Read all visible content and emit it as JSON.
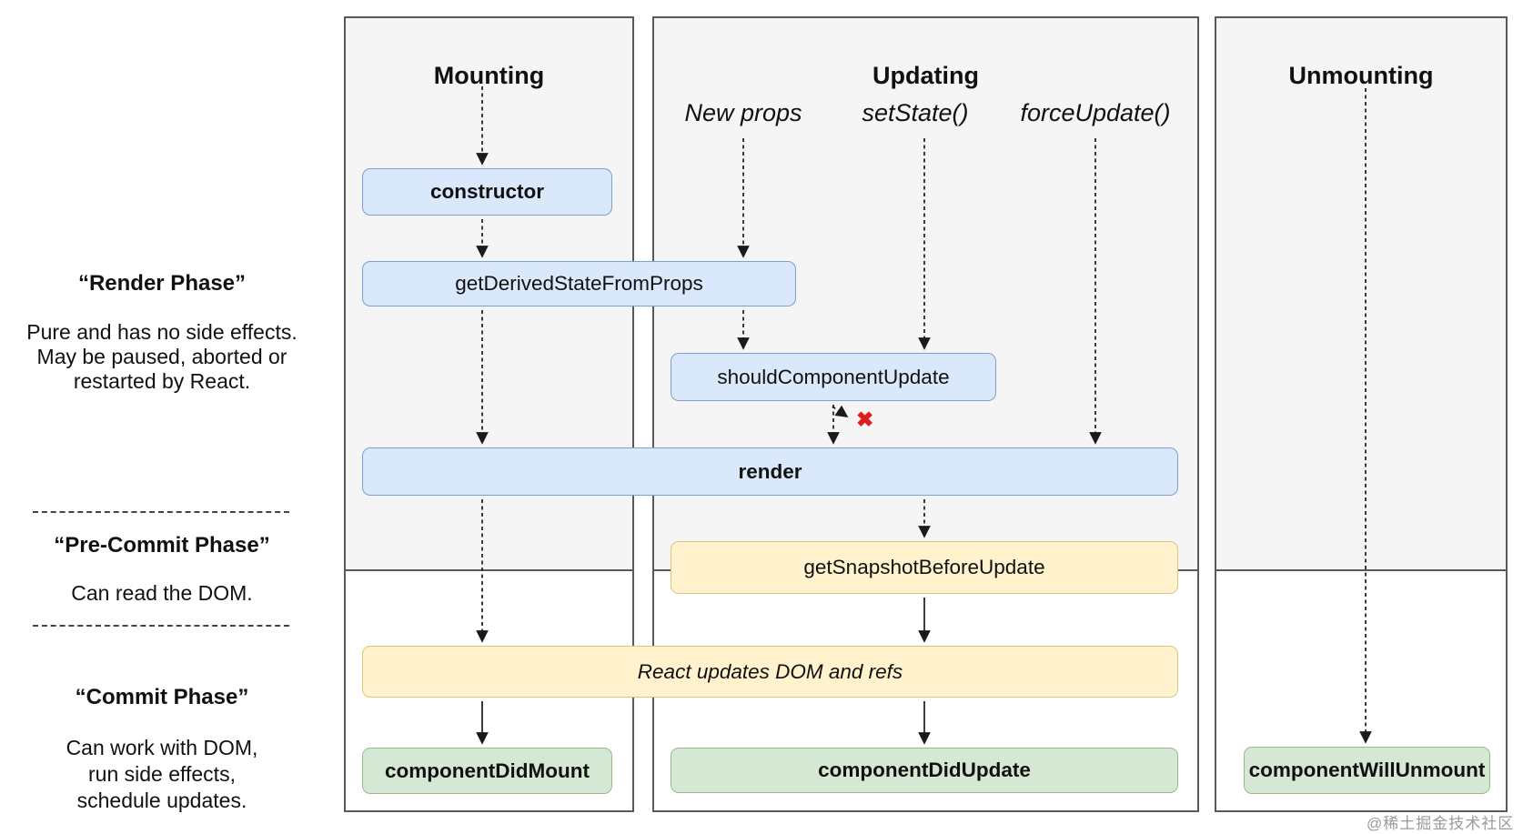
{
  "headers": {
    "mounting": "Mounting",
    "updating": "Updating",
    "unmounting": "Unmounting"
  },
  "triggers": {
    "new_props": "New props",
    "set_state": "setState()",
    "force_update": "forceUpdate()"
  },
  "phases": {
    "render": {
      "title": "“Render Phase”",
      "line1": "Pure and has no side effects.",
      "line2": "May be paused, aborted or",
      "line3": "restarted by React."
    },
    "pre_commit": {
      "title": "“Pre-Commit Phase”",
      "line1": "Can read the DOM."
    },
    "commit": {
      "title": "“Commit Phase”",
      "line1": "Can work with DOM,",
      "line2": "run side effects,",
      "line3": "schedule updates."
    }
  },
  "boxes": {
    "constructor": "constructor",
    "get_derived_state_from_props": "getDerivedStateFromProps",
    "should_component_update": "shouldComponentUpdate",
    "render": "render",
    "get_snapshot_before_update": "getSnapshotBeforeUpdate",
    "react_updates": "React updates DOM and refs",
    "component_did_mount": "componentDidMount",
    "component_did_update": "componentDidUpdate",
    "component_will_unmount": "componentWillUnmount"
  },
  "marks": {
    "skip_x": "✖"
  },
  "watermark": "@稀土掘金技术社区",
  "colors": {
    "panel_gray": "#f5f5f5",
    "panel_border": "#595959",
    "blue_fill": "#dae8fc",
    "blue_border": "#7f9fce",
    "yellow_fill": "#fff2cc",
    "yellow_border": "#dcc57c",
    "green_fill": "#d5e8d4",
    "green_border": "#97bb8b",
    "arrow_line": "#1a1a1a",
    "red_x": "#de1d1d"
  }
}
